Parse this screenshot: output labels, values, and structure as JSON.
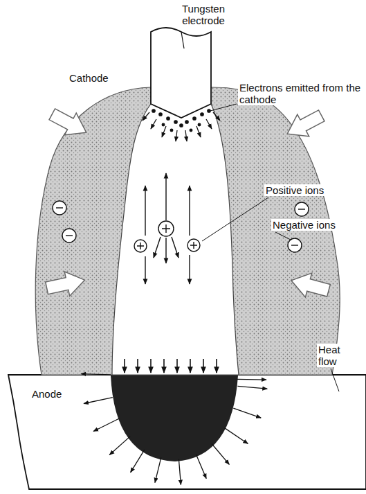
{
  "diagram": {
    "labels": [
      "Tungsten electrode",
      "Cathode",
      "Electrons emitted from the cathode",
      "Positive ions",
      "Negative ions",
      "Anode",
      "Heat flow"
    ]
  }
}
